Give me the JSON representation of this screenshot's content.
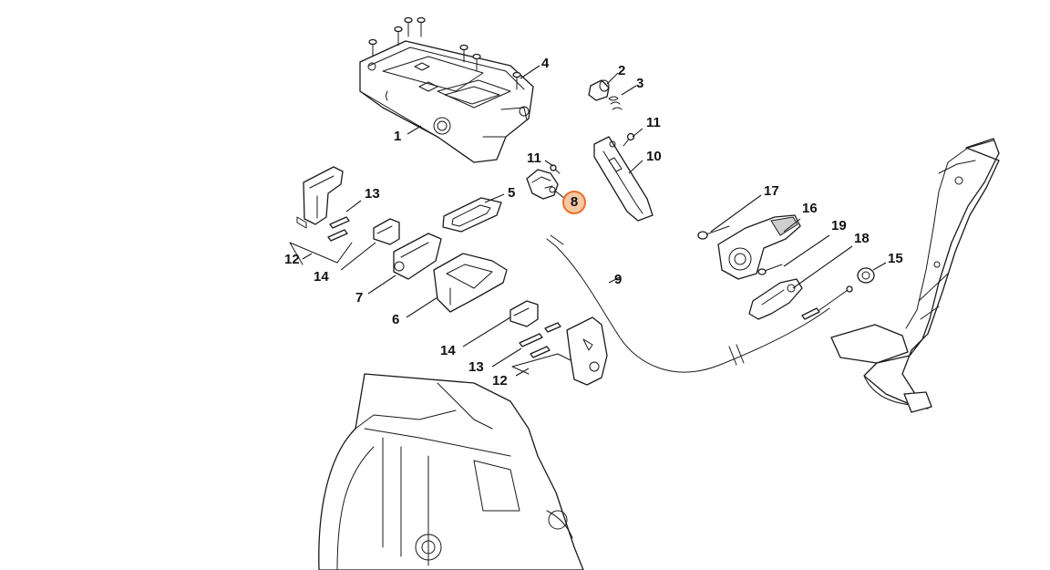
{
  "diagram": {
    "highlight_color": "#e8702a",
    "selected_part": "8",
    "callouts": [
      {
        "id": "c1",
        "label": "1"
      },
      {
        "id": "c2",
        "label": "2"
      },
      {
        "id": "c3",
        "label": "3"
      },
      {
        "id": "c4",
        "label": "4"
      },
      {
        "id": "c5",
        "label": "5"
      },
      {
        "id": "c6",
        "label": "6"
      },
      {
        "id": "c7",
        "label": "7"
      },
      {
        "id": "c8",
        "label": "8",
        "highlighted": true
      },
      {
        "id": "c9",
        "label": "9"
      },
      {
        "id": "c10",
        "label": "10"
      },
      {
        "id": "c11a",
        "label": "11"
      },
      {
        "id": "c11b",
        "label": "11"
      },
      {
        "id": "c12a",
        "label": "12"
      },
      {
        "id": "c12b",
        "label": "12"
      },
      {
        "id": "c13a",
        "label": "13"
      },
      {
        "id": "c13b",
        "label": "13"
      },
      {
        "id": "c14a",
        "label": "14"
      },
      {
        "id": "c14b",
        "label": "14"
      },
      {
        "id": "c15",
        "label": "15"
      },
      {
        "id": "c16",
        "label": "16"
      },
      {
        "id": "c17",
        "label": "17"
      },
      {
        "id": "c18",
        "label": "18"
      },
      {
        "id": "c19",
        "label": "19"
      }
    ]
  }
}
